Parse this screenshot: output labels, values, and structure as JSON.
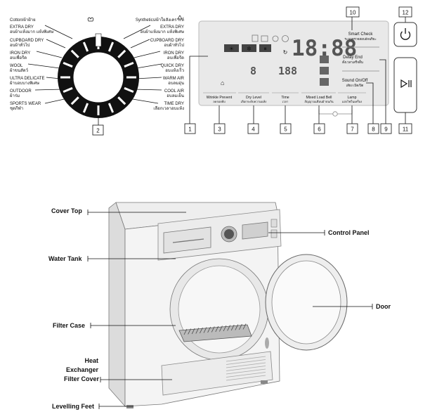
{
  "dial": {
    "header_left": "Cotton/ผ้าฝ้าย",
    "header_right": "Synthetics/ผ้าใยสังเคราะห์",
    "left": [
      {
        "en": "EXTRA DRY",
        "th": "อบผ้าแห้งมาก แห้งพิเศษ"
      },
      {
        "en": "CUPBOARD DRY",
        "th": "อบผ้าทั่วไป"
      },
      {
        "en": "IRON DRY",
        "th": "อบเพื่อรีด"
      },
      {
        "en": "WOOL",
        "th": "ผ้าขนสัตว์"
      },
      {
        "en": "ULTRA DELICATE",
        "th": "ผ้าบอบบางพิเศษ"
      },
      {
        "en": "OUTDOOR",
        "th": "ผ้าร่ม"
      },
      {
        "en": "SPORTS WEAR",
        "th": "ชุดกีฬา"
      }
    ],
    "right": [
      {
        "en": "EXTRA DRY",
        "th": "อบผ้าแห้งมาก แห้งพิเศษ"
      },
      {
        "en": "CUPBOARD DRY",
        "th": "อบผ้าทั่วไป"
      },
      {
        "en": "IRON DRY",
        "th": "อบเพื่อรีด"
      },
      {
        "en": "QUICK DRY",
        "th": "อบแห้งเร็ว"
      },
      {
        "en": "WARM AIR",
        "th": "อบลมอุ่น"
      },
      {
        "en": "COOL AIR",
        "th": "อบลมเย็น"
      },
      {
        "en": "TIME DRY",
        "th": "เลือกเวลาอบแห้ง"
      }
    ],
    "callout": "2"
  },
  "panel": {
    "display_time": "18:88",
    "display_small_a": "8",
    "display_small_b": "188",
    "buttons": [
      {
        "en": "Wrinkle Prevent",
        "th": "ลดรอยยับ",
        "callout": "3"
      },
      {
        "en": "Dry Level",
        "th": "เลือกระดับความแห้ง",
        "callout": "4"
      },
      {
        "en": "Time",
        "th": "เวลา",
        "callout": "5"
      },
      {
        "en": "Mixed Load Bell",
        "th": "สัญญาณเตือนผ้าปนกัน",
        "callout": "6"
      },
      {
        "en": "Lamp",
        "th": "แสงไฟในเครื่อง",
        "callout": "7"
      }
    ],
    "right_labels": [
      {
        "en": "Smart Check",
        "th": "ระบบตรวจสอบอัจฉริยะ",
        "callout": "10"
      },
      {
        "en": "Delay End",
        "th": "ตั้งเวลาเสร็จสิ้น",
        "callout": "9"
      },
      {
        "en": "Sound On/Off",
        "th": "เสียง เปิด/ปิด",
        "callout": "8"
      }
    ],
    "display_callout": "1",
    "power_callout": "12",
    "start_callout": "11"
  },
  "dryer": {
    "labels": {
      "cover_top": "Cover Top",
      "water_tank": "Water Tank",
      "filter_case": "Filter Case",
      "heat_exchanger_1": "Heat",
      "heat_exchanger_2": "Exchanger",
      "heat_exchanger_3": "Filter Cover",
      "levelling_feet": "Levelling Feet",
      "control_panel": "Control Panel",
      "door": "Door"
    }
  }
}
